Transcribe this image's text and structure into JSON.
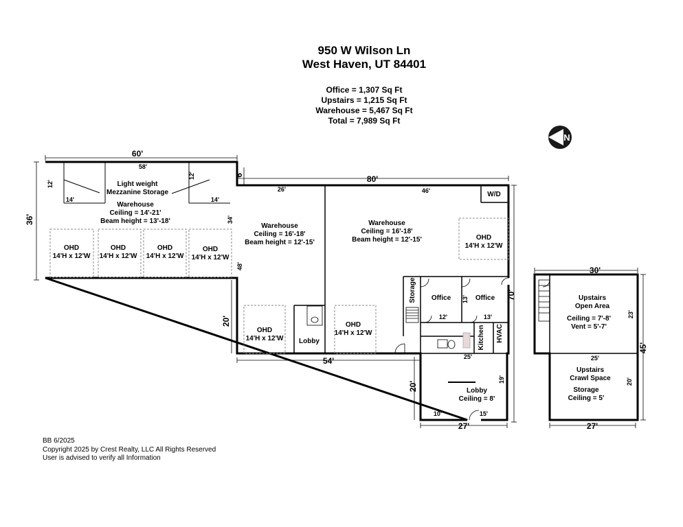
{
  "header": {
    "address_line1": "950 W Wilson Ln",
    "address_line2": "West Haven, UT 84401",
    "office_sqft": "Office = 1,307 Sq Ft",
    "upstairs_sqft": "Upstairs = 1,215 Sq Ft",
    "warehouse_sqft": "Warehouse = 5,467 Sq Ft",
    "total_sqft": "Total = 7,989 Sq Ft"
  },
  "compass": {
    "letter": "N",
    "icon": "north-arrow-icon"
  },
  "footer": {
    "line1": "BB 6/2025",
    "line2": "Copyright 2025 by Crest Realty, LLC All Rights Reserved",
    "line3": "User is advised to verify all Information"
  },
  "dimensions": {
    "left_width": "60'",
    "left_inner_width": "58'",
    "left_height": "36'",
    "left_inner_height": "34'",
    "mezz_depth_left": "12'",
    "mezz_depth_right": "12'",
    "mezz_width_left": "14'",
    "mezz_width_right": "14'",
    "step_6": "6'",
    "main_width": "80'",
    "main_left_width": "26'",
    "main_right_width": "46'",
    "main_height_48": "48'",
    "main_height_20": "20'",
    "main_bottom_width": "54'",
    "right_height": "70'",
    "office1_side": "13'",
    "office1_bottom": "12'",
    "office2_bottom": "13'",
    "bath_width": "25'",
    "lobby_side": "19'",
    "lobby_height": "20'",
    "lobby_width": "27'",
    "lobby_left_seg": "10'",
    "lobby_right_seg": "15'",
    "up_width": "30'",
    "up_height": "45'",
    "up_open_side": "23'",
    "up_mid": "25'",
    "up_crawl_side": "20'",
    "up_bottom": "27'"
  },
  "rooms": {
    "mezz_line1": "Light weight",
    "mezz_line2": "Mezzanine Storage",
    "wh1_name": "Warehouse",
    "wh1_ceiling": "Ceiling = 14'-21'",
    "wh1_beam": "Beam height = 13'-18'",
    "wh2_name": "Warehouse",
    "wh2_ceiling": "Ceiling = 16'-18'",
    "wh2_beam": "Beam height = 12'-15'",
    "wh3_name": "Warehouse",
    "wh3_ceiling": "Ceiling = 16'-18'",
    "wh3_beam": "Beam height = 12'-15'",
    "ohd_label": "OHD",
    "ohd_size": "14'H x 12'W",
    "wd": "W/D",
    "storage": "Storage",
    "office1": "Office",
    "office2": "Office",
    "kitchen": "Kitchen",
    "hvac": "HVAC",
    "lobby_small": "Lobby",
    "lobby_main": "Lobby",
    "lobby_ceiling": "Ceiling = 8'",
    "up_open_line1": "Upstairs",
    "up_open_line2": "Open Area",
    "up_open_ceiling": "Ceiling = 7'-8'",
    "up_open_vent": "Vent = 5'-7'",
    "crawl_line1": "Upstairs",
    "crawl_line2": "Crawl Space",
    "crawl_line3": "Storage",
    "crawl_ceiling": "Ceiling = 5'"
  }
}
